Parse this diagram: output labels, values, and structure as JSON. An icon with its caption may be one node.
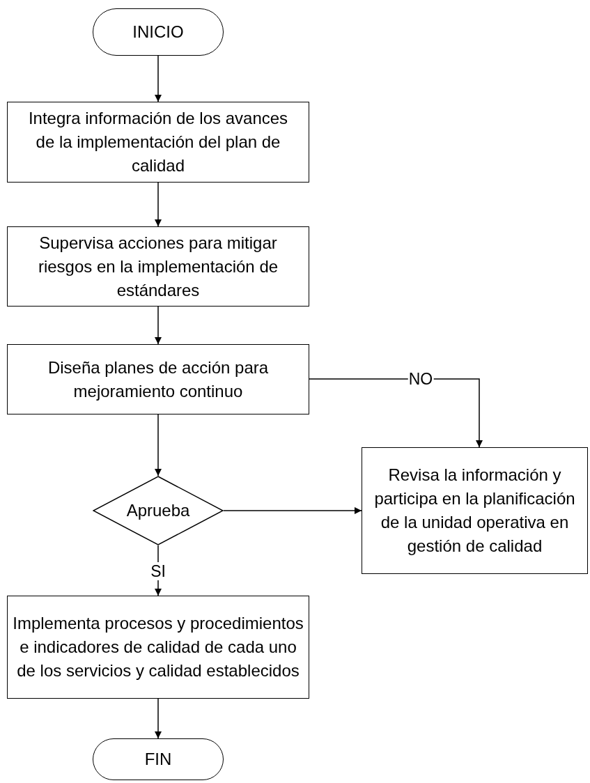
{
  "diagram": {
    "nodes": [
      {
        "text": [
          "INICIO"
        ]
      },
      {
        "text": [
          "Integra información de los avances de la implementación del plan de calidad"
        ]
      },
      {
        "text": [
          "Supervisa acciones para mitigar riesgos en la implementación de estándares"
        ]
      },
      {
        "text": [
          "Diseña planes de acción para mejoramiento continuo"
        ]
      },
      {
        "text": [
          "Aprueba"
        ]
      },
      {
        "text": [
          "Revisa la información y participa en la planificación de la unidad operativa en gestión de calidad"
        ]
      },
      {
        "text": [
          "Implementa procesos y procedimientos e indicadores de calidad de cada uno de los servicios y calidad establecidos"
        ]
      },
      {
        "text": [
          "FIN"
        ]
      }
    ],
    "edges": [
      {
        "from": 0,
        "to": 1,
        "arrow": "to"
      },
      {
        "from": 1,
        "to": 2,
        "arrow": "to"
      },
      {
        "from": 2,
        "to": 3,
        "arrow": "to"
      },
      {
        "from": 3,
        "to": 5,
        "arrow": "to",
        "label": "NO"
      },
      {
        "from": 3,
        "to": 4,
        "arrow": "to"
      },
      {
        "from": 4,
        "to": 5,
        "arrow": "to"
      },
      {
        "from": 4,
        "to": 6,
        "arrow": "to",
        "label": "SI"
      },
      {
        "from": 6,
        "to": 7,
        "arrow": "to"
      }
    ]
  }
}
